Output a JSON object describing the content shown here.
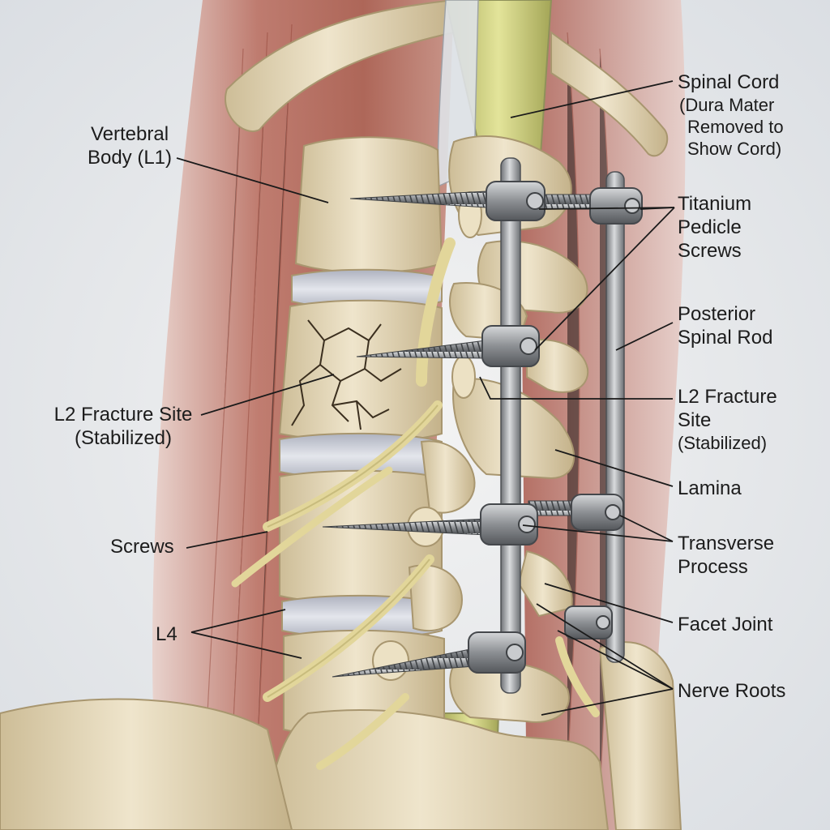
{
  "labels": {
    "vertebral_body": [
      "Vertebral",
      "Body (L1)"
    ],
    "l2_fracture_left": [
      "L2 Fracture Site",
      "(Stabilized)"
    ],
    "screws": "Screws",
    "l4": "L4",
    "spinal_cord": [
      "Spinal Cord",
      "(Dura Mater",
      "Removed to",
      "Show Cord)"
    ],
    "pedicle_screws": [
      "Titanium",
      "Pedicle",
      "Screws"
    ],
    "posterior_rod": [
      "Posterior",
      "Spinal Rod"
    ],
    "l2_fracture_right": [
      "L2 Fracture",
      "Site",
      "(Stabilized)"
    ],
    "lamina": "Lamina",
    "transverse_process": [
      "Transverse",
      "Process"
    ],
    "facet_joint": "Facet Joint",
    "nerve_roots": "Nerve Roots"
  },
  "colors": {
    "background": "#eceef0",
    "bone": "#e8dcc0",
    "bone_shadow": "#b9a77f",
    "disc": "#d3d6de",
    "muscle": "#b8695a",
    "nerve": "#e2d69a",
    "spinal_cord": "#c9c97a",
    "titanium": "#9c9fa3",
    "leader_line": "#1a1a1a"
  }
}
